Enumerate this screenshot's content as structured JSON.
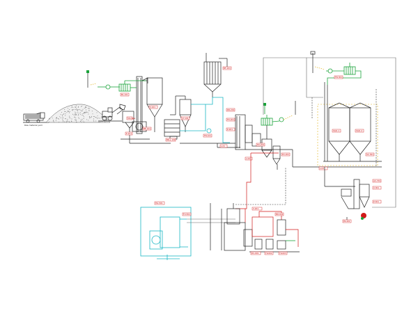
{
  "labels": {
    "raw_material_yard": "Raw material yard",
    "storage": "Storage",
    "bucket_elevator": "BE-101",
    "blower_main": "BL-101",
    "mill": "MILL-101",
    "cyclone": "CY-101",
    "bag_filter": "BF-101",
    "fan": "FN-101",
    "dryer": "DR-201",
    "feeder": "FD-201",
    "heat_exchanger": "HX-201",
    "pump": "PU-201",
    "silo_1": "SILO-1",
    "silo_2": "SILO-2",
    "silo_fan": "FN-301",
    "screw_conveyor": "SC-301",
    "packing": "PK-401",
    "burner": "HG-501",
    "furnace": "FU-501",
    "boiler": "BO-601",
    "dust_collector": "DC-601",
    "tank_a": "TK-602",
    "tank_b": "TK-603",
    "valve_a": "V-101",
    "valve_b": "V-201",
    "valve_c": "V-301",
    "compressor": "AC-701",
    "pipe_a": "P-101",
    "pipe_b": "P-201",
    "pipe_c": "P-301",
    "line_1": "L-01",
    "line_2": "L-02",
    "line_3": "L-03"
  },
  "colors": {
    "process_line": "#222222",
    "water_line": "#1ab6c4",
    "gas_line": "#1aa33a",
    "hot_air_line": "#d11a1a",
    "signal_line": "#e3b21a",
    "tag_text": "#cc0000"
  }
}
